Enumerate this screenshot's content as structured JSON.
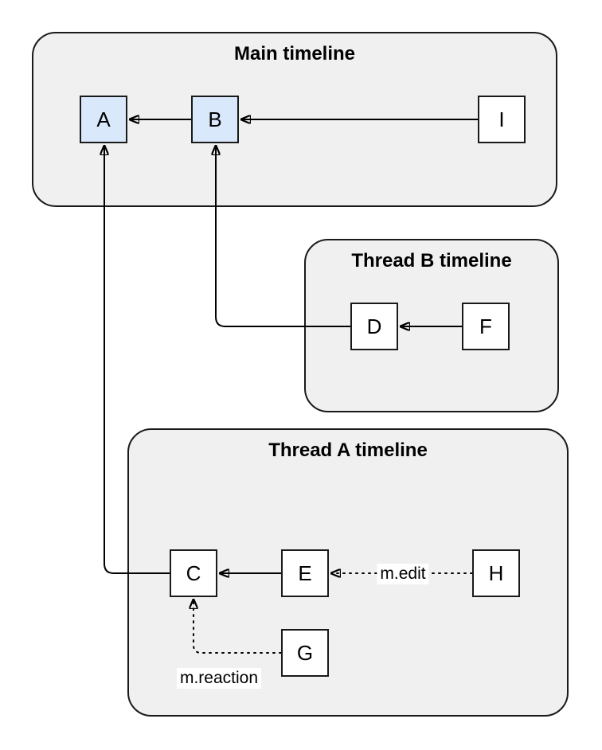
{
  "diagram": {
    "containers": [
      {
        "id": "main",
        "title": "Main timeline"
      },
      {
        "id": "thread-b",
        "title": "Thread B timeline"
      },
      {
        "id": "thread-a",
        "title": "Thread A timeline"
      }
    ],
    "nodes": [
      {
        "id": "A",
        "label": "A",
        "timeline": "main",
        "highlighted": true
      },
      {
        "id": "B",
        "label": "B",
        "timeline": "main",
        "highlighted": true
      },
      {
        "id": "I",
        "label": "I",
        "timeline": "main",
        "highlighted": false
      },
      {
        "id": "D",
        "label": "D",
        "timeline": "thread-b",
        "highlighted": false
      },
      {
        "id": "F",
        "label": "F",
        "timeline": "thread-b",
        "highlighted": false
      },
      {
        "id": "C",
        "label": "C",
        "timeline": "thread-a",
        "highlighted": false
      },
      {
        "id": "E",
        "label": "E",
        "timeline": "thread-a",
        "highlighted": false
      },
      {
        "id": "H",
        "label": "H",
        "timeline": "thread-a",
        "highlighted": false
      },
      {
        "id": "G",
        "label": "G",
        "timeline": "thread-a",
        "highlighted": false
      }
    ],
    "edges": [
      {
        "from": "B",
        "to": "A",
        "style": "solid",
        "label": ""
      },
      {
        "from": "I",
        "to": "B",
        "style": "solid",
        "label": ""
      },
      {
        "from": "F",
        "to": "D",
        "style": "solid",
        "label": ""
      },
      {
        "from": "D",
        "to": "B",
        "style": "solid",
        "label": ""
      },
      {
        "from": "E",
        "to": "C",
        "style": "solid",
        "label": ""
      },
      {
        "from": "C",
        "to": "A",
        "style": "solid",
        "label": ""
      },
      {
        "from": "H",
        "to": "E",
        "style": "dotted",
        "label": "m.edit"
      },
      {
        "from": "G",
        "to": "C",
        "style": "dotted",
        "label": "m.reaction"
      }
    ],
    "colors": {
      "background": "#ffffff",
      "container_fill": "#f0f0f0",
      "container_border": "#1a1a1a",
      "node_fill": "#ffffff",
      "node_highlight_fill": "#dae8fc",
      "node_border": "#1a1a1a",
      "edge": "#000000"
    }
  }
}
